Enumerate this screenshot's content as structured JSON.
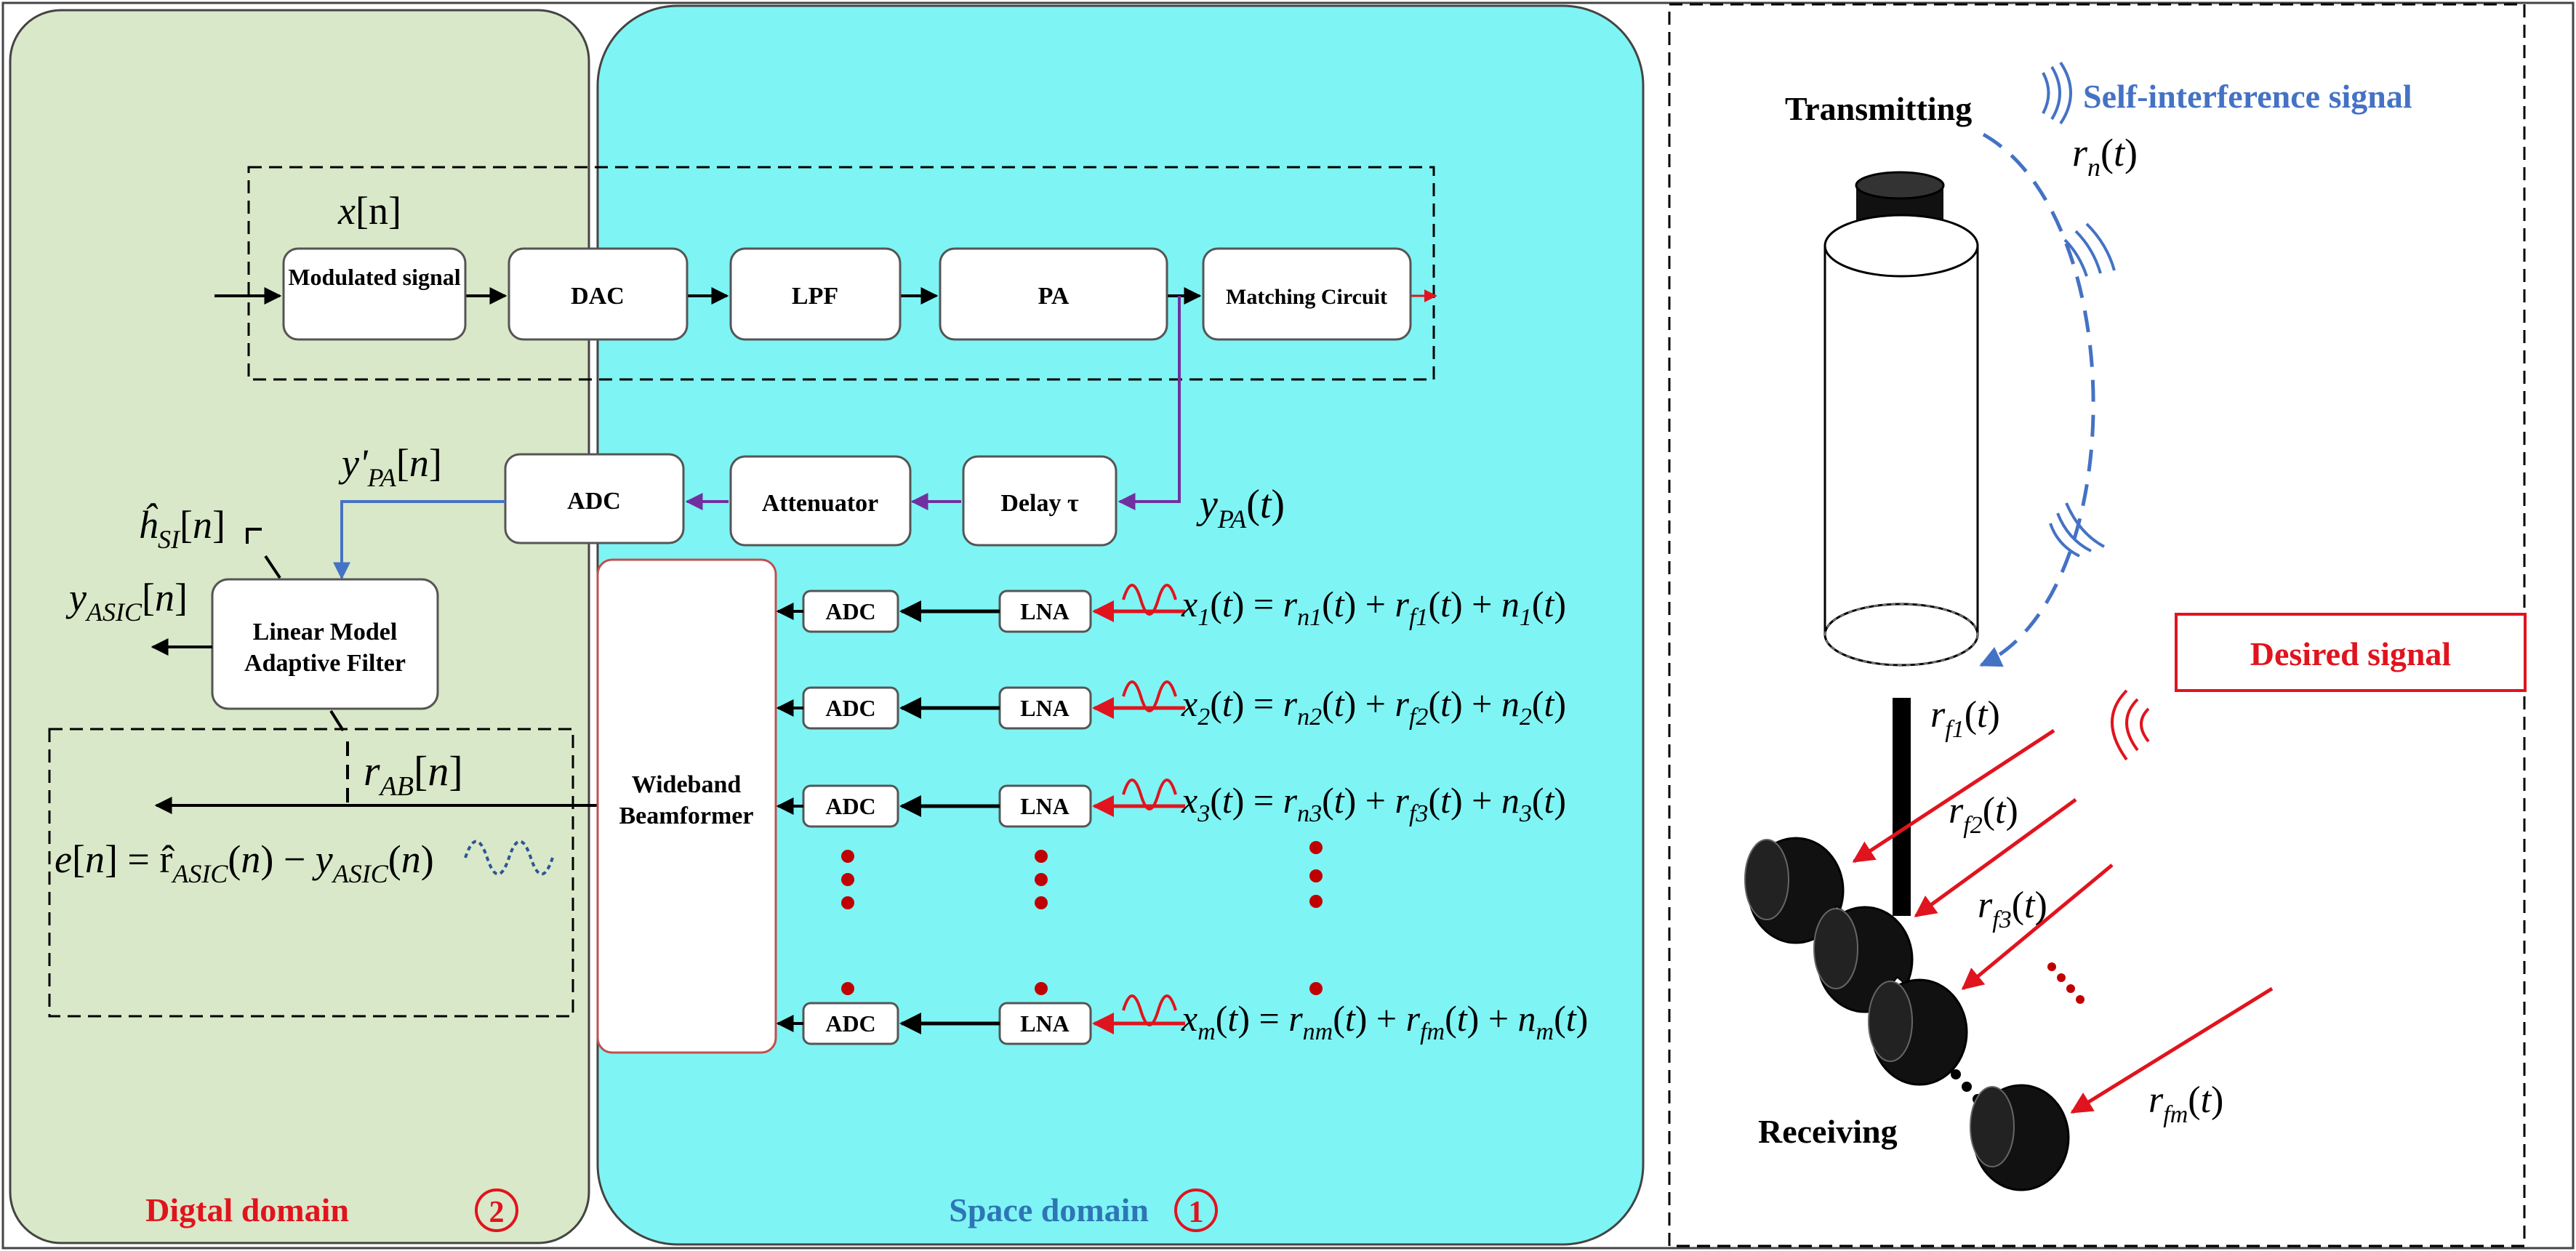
{
  "domains": {
    "digital": {
      "label": "Digtal domain",
      "number": "2",
      "color": "#d9e8c8"
    },
    "space": {
      "label": "Space domain",
      "number": "1",
      "color": "#7ff4f4"
    }
  },
  "tx_chain": {
    "input_label": "x[n]",
    "blocks": [
      "Modulated signal",
      "DAC",
      "LPF",
      "PA",
      "Matching Circuit"
    ]
  },
  "feedback_chain": {
    "blocks": [
      "ADC",
      "Attenuator",
      "Delay τ"
    ],
    "output_label": "y'PA[n]",
    "pa_output": "yPA(t)"
  },
  "adaptive_filter": {
    "label_line1": "Linear Model",
    "label_line2": "Adaptive Filter",
    "h_hat": "ĥSI[n]",
    "y_asic": "yASIC[n]",
    "r_ab": "rAB[n]",
    "error_eq": "e[n] = r̂ASIC(n) − yASIC(n)"
  },
  "beamformer": {
    "label_line1": "Wideband",
    "label_line2": "Beamformer"
  },
  "rx_chains": [
    {
      "adc": "ADC",
      "lna": "LNA",
      "eq": "x1(t) = rn1(t) + rf1(t) + n1(t)"
    },
    {
      "adc": "ADC",
      "lna": "LNA",
      "eq": "x2(t) = rn2(t) + rf2(t) + n2(t)"
    },
    {
      "adc": "ADC",
      "lna": "LNA",
      "eq": "x3(t) = rn3(t) + rf3(t) + n3(t)"
    },
    {
      "adc": "ADC",
      "lna": "LNA",
      "eq": "xm(t) = rnm(t) + rfm(t) + nm(t)"
    }
  ],
  "antenna": {
    "transmitting": "Transmitting",
    "receiving": "Receiving",
    "self_interference": "Self-interference signal",
    "rn": "rn(t)",
    "desired": "Desired signal",
    "rf_labels": [
      "rf1(t)",
      "rf2(t)",
      "rf3(t)",
      "rfm(t)"
    ]
  },
  "colors": {
    "red": "#e0141e",
    "purple": "#7030a0",
    "blue": "#4472c4",
    "dots": "#c00000"
  }
}
